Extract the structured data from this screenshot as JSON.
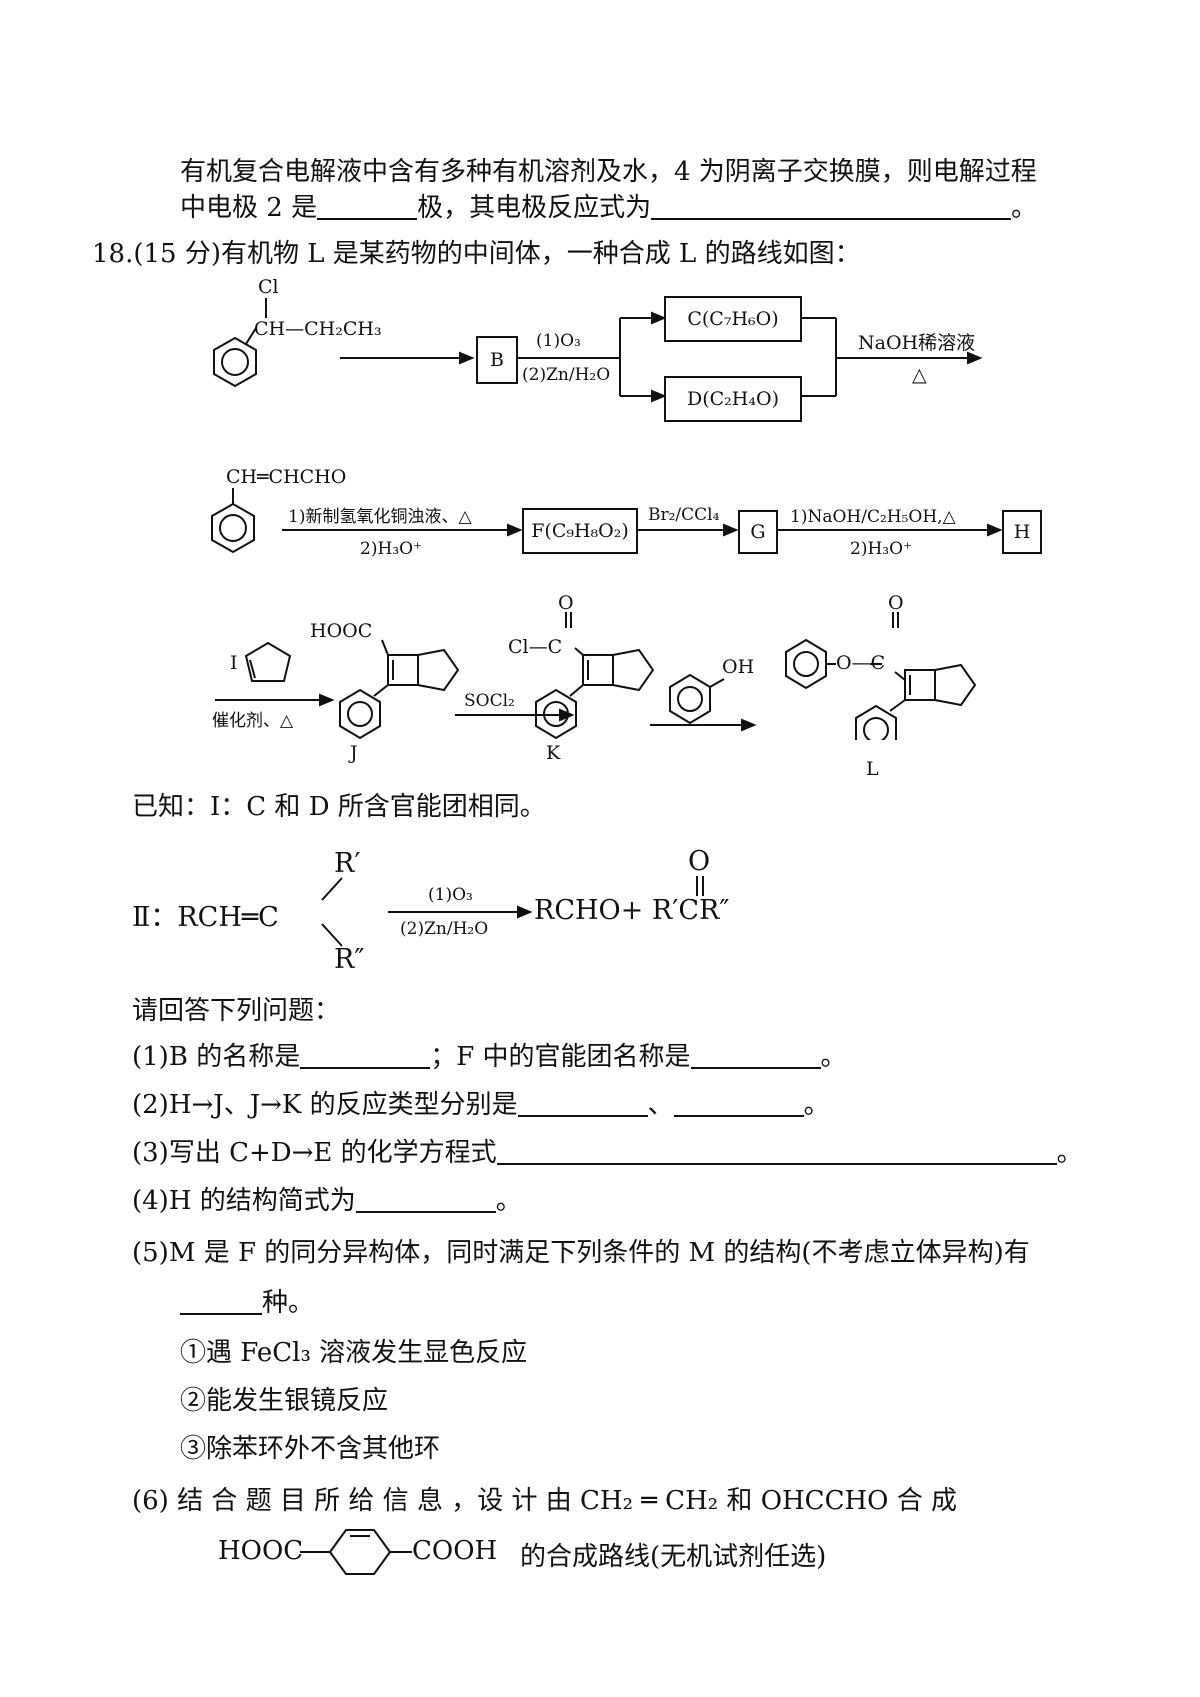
{
  "top": {
    "line1": "有机复合电解液中含有多种有机溶剂及水，4 为阴离子交换膜，则电解过程",
    "line2a": "中电极 2 是",
    "line2b": "极，其电极反应式为",
    "line2c": "。"
  },
  "question": {
    "number": "18.",
    "header": "(15 分)有机物 L 是某药物的中间体，一种合成 L 的路线如图："
  },
  "scheme": {
    "cl": "Cl",
    "chain1": "CH—CH₂CH₃",
    "box_b": "B",
    "o3_1": "(1)O₃",
    "zn_1": "(2)Zn/H₂O",
    "box_c": "C(C₇H₆O)",
    "box_d": "D(C₂H₄O)",
    "naoh_dilute": "NaOH稀溶液",
    "delta1": "△",
    "chain2": "CH═CHCHO",
    "reagent_f1": "1)新制氢氧化铜浊液、△",
    "reagent_f2": "2)H₃O⁺",
    "box_f": "F(C₉H₈O₂)",
    "br2": "Br₂/CCl₄",
    "box_g": "G",
    "reagent_h1": "1)NaOH/C₂H₅OH,△",
    "reagent_h2": "2)H₃O⁺",
    "box_h": "H",
    "label_i": "I",
    "catalyst": "催化剂、△",
    "hooc": "HOOC",
    "label_j": "J",
    "socl2": "SOCl₂",
    "cl_k": "Cl—C",
    "o_k": "O",
    "label_k": "K",
    "oh": "OH",
    "o_l": "O",
    "o_ester": "O—C",
    "label_l": "L"
  },
  "known": {
    "k1": "已知：Ⅰ：C 和 D 所含官能团相同。",
    "k2_prefix": "Ⅱ：RCH═C",
    "r1": "R′",
    "r2": "R″",
    "o3": "(1)O₃",
    "zn": "(2)Zn/H₂O",
    "product": "RCHO+  R′CR″",
    "o_top": "O"
  },
  "questions": {
    "intro": "请回答下列问题：",
    "q1a": "(1)B 的名称是",
    "q1b": "；F 中的官能团名称是",
    "q1c": "。",
    "q2a": "(2)H→J、J→K 的反应类型分别是",
    "q2b": "、",
    "q2c": "。",
    "q3a": "(3)写出 C+D→E 的化学方程式",
    "q3b": "。",
    "q4a": "(4)H 的结构简式为",
    "q4b": "。",
    "q5": "(5)M 是 F 的同分异构体，同时满足下列条件的 M 的结构(不考虑立体异构)有",
    "q5b": "种。",
    "c1": "①遇 FeCl₃ 溶液发生显色反应",
    "c2": "②能发生银镜反应",
    "c3": "③除苯环外不含其他环",
    "q6": "(6) 结 合 题 目 所 给 信 息 ，设 计 由  CH₂  ═ CH₂  和  OHCCHO  合 成",
    "hooc": "HOOC",
    "cooh": "COOH",
    "q6b": "的合成路线(无机试剂任选)"
  }
}
